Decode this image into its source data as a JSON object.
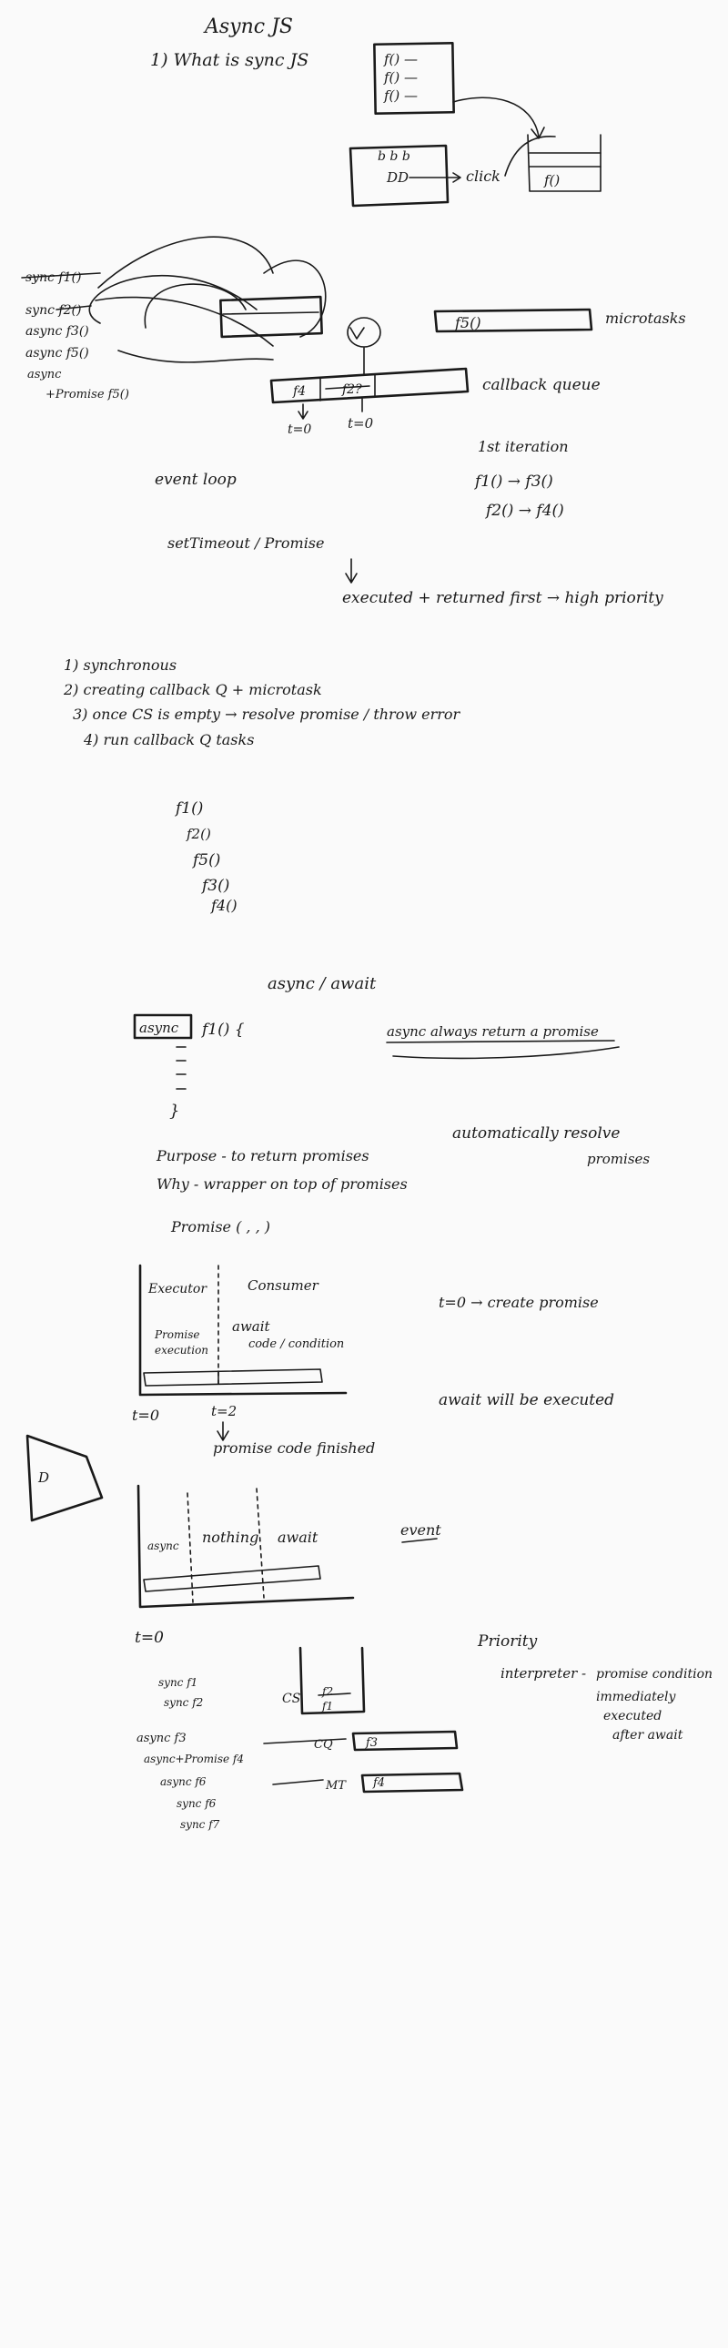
{
  "title": "Async JS",
  "q1": "1) What is sync JS",
  "stack_box": [
    "f() —",
    "f() —",
    "f() —"
  ],
  "dom_box": {
    "top": "b b b",
    "bottom": "DD",
    "click": "click"
  },
  "queue_box_item": "f()",
  "left_list": [
    "sync f1()",
    "sync f2()",
    "async f3()",
    "async f5()",
    "async",
    "+Promise f5()"
  ],
  "microtask": {
    "item": "f5()",
    "label": "microtasks"
  },
  "callback_queue": {
    "items": [
      "f4",
      "f2?"
    ],
    "label": "callback queue",
    "t_left": "t=0",
    "t_right": "t=0"
  },
  "event_loop": "event loop",
  "iteration": {
    "title": "1st iteration",
    "line1": "f1() → f3()",
    "line2": "f2() → f4()"
  },
  "settimeout_promise": "setTimeout / Promise",
  "executed_first": "executed + returned first → high priority",
  "steps": [
    "1) synchronous",
    "2) creating callback Q + microtask",
    "3) once CS is empty → resolve promise / throw error",
    "4) run callback Q tasks"
  ],
  "order_list": [
    "f1()",
    "f2()",
    "f5()",
    "f3()",
    "f4()"
  ],
  "async_await_title": "async / await",
  "async_fn": {
    "keyword": "async",
    "sig": "f1() {",
    "close": "}"
  },
  "async_note": "async always return a promise",
  "auto_resolve": [
    "automatically resolve",
    "promises"
  ],
  "purpose": "Purpose - to return promises",
  "why": "Why - wrapper on top of promises",
  "promise_sig": "Promise ( , , )",
  "diagram1": {
    "executor": "Executor",
    "consumer": "Consumer",
    "promise_exec": [
      "Promise",
      "execution"
    ],
    "await_label": [
      "await",
      "code / condition"
    ],
    "t0": "t=0",
    "t2": "t=2",
    "finished": "promise code finished"
  },
  "t0_create": "t=0 → create promise",
  "await_executed": "await will be executed",
  "small_box": "D",
  "diagram2": {
    "async": "async",
    "nothing": "nothing",
    "await": "await",
    "event": "event",
    "t0": "t=0"
  },
  "bottom_list": [
    "sync f1",
    "sync f2",
    "async f3",
    "async+Promise f4",
    "async f6",
    "sync f6",
    "sync f7"
  ],
  "cs": {
    "label": "CS",
    "items": [
      "f2",
      "f1"
    ]
  },
  "cq": {
    "label": "CQ",
    "item": "f3"
  },
  "mt": {
    "label": "MT",
    "item": "f4"
  },
  "priority": {
    "title": "Priority",
    "interpreter": "interpreter -",
    "lines": [
      "promise condition",
      "immediately",
      "executed",
      "after await"
    ]
  }
}
